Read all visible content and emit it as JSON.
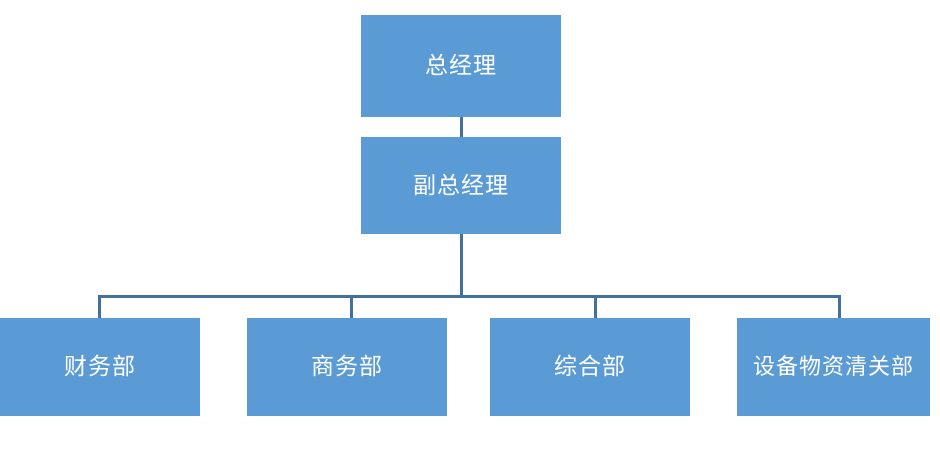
{
  "chart": {
    "type": "org-chart",
    "title": "",
    "colors": {
      "node_fill": "#5B9BD5",
      "node_text": "#FFFFFF",
      "connector": "#41719C",
      "background": "#FFFFFF"
    },
    "levels": [
      {
        "level": 1,
        "nodes": [
          {
            "id": "gm",
            "label": "总经理"
          }
        ]
      },
      {
        "level": 2,
        "nodes": [
          {
            "id": "dgm",
            "label": "副总经理"
          }
        ]
      },
      {
        "level": 3,
        "nodes": [
          {
            "id": "dept-0",
            "label": "财务部"
          },
          {
            "id": "dept-1",
            "label": "商务部"
          },
          {
            "id": "dept-2",
            "label": "综合部"
          },
          {
            "id": "dept-3",
            "label": "设备物资清关部"
          }
        ]
      }
    ],
    "edges": [
      {
        "from": "gm",
        "to": "dgm"
      },
      {
        "from": "dgm",
        "to": "dept-0"
      },
      {
        "from": "dgm",
        "to": "dept-1"
      },
      {
        "from": "dgm",
        "to": "dept-2"
      },
      {
        "from": "dgm",
        "to": "dept-3"
      }
    ]
  }
}
